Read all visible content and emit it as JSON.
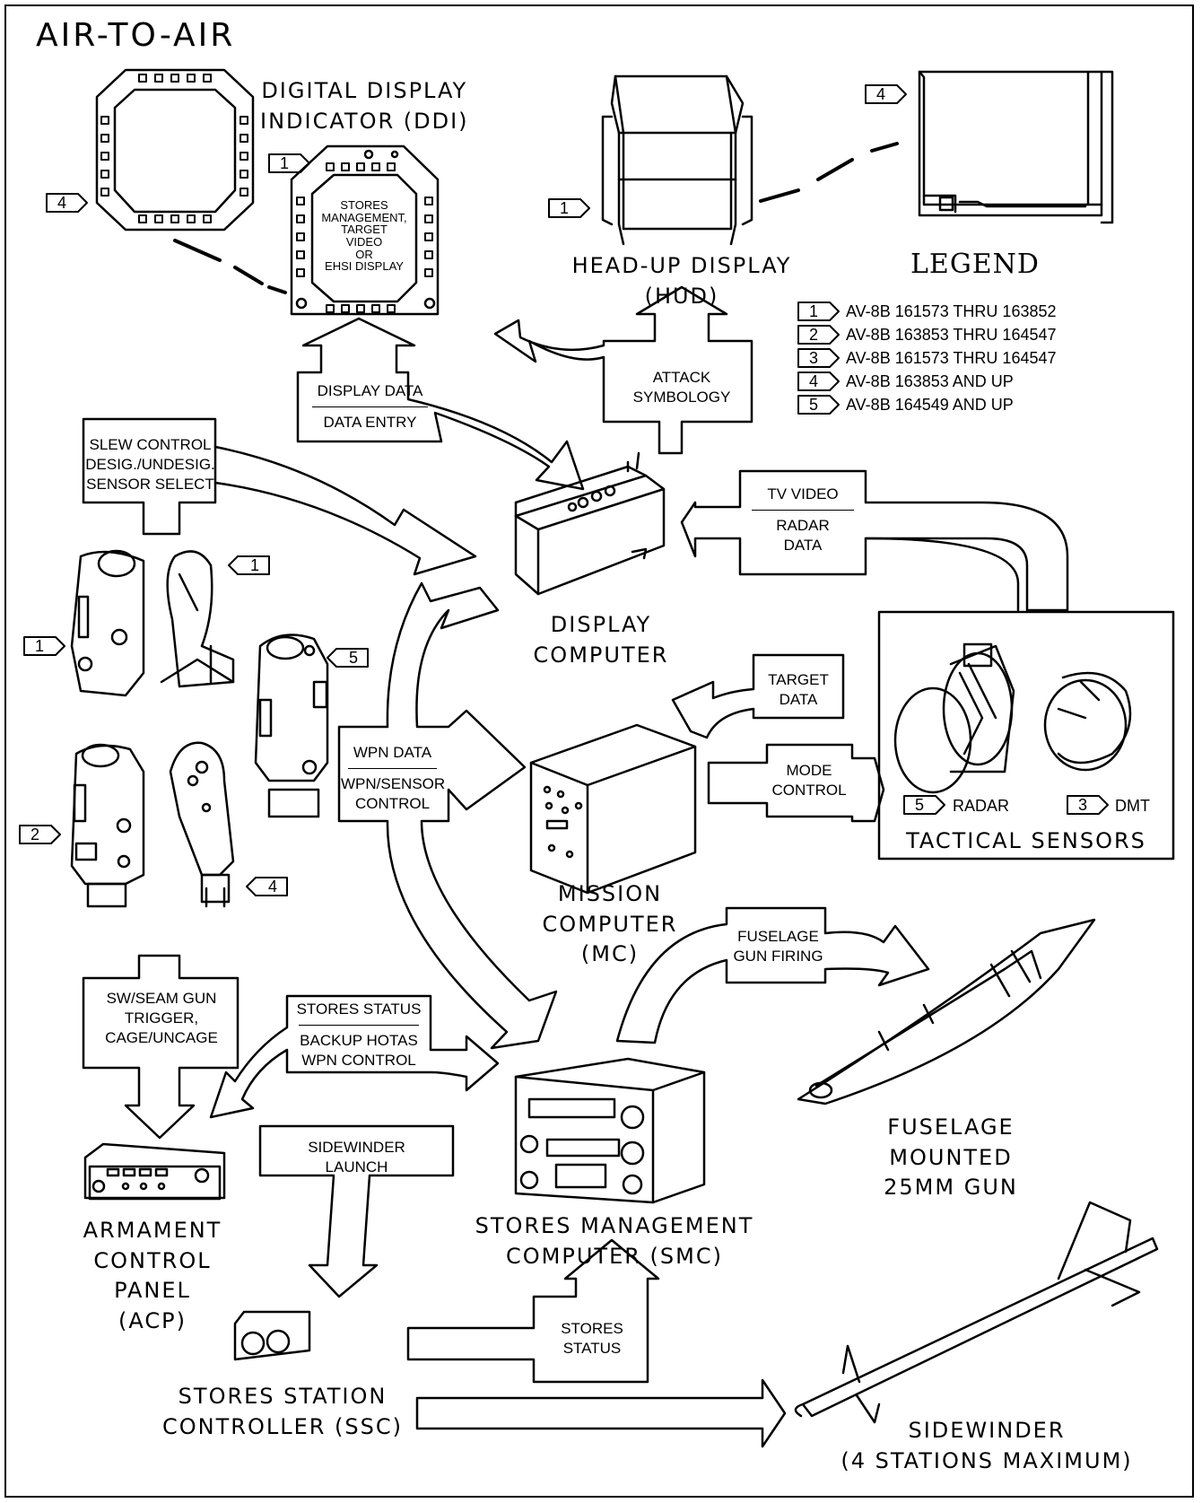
{
  "title": "AIR-TO-AIR",
  "components": {
    "ddi": [
      "DIGITAL DISPLAY",
      "INDICATOR (DDI)"
    ],
    "ddi_screen": [
      "STORES",
      "MANAGEMENT,",
      "TARGET",
      "VIDEO",
      "OR",
      "EHSI DISPLAY"
    ],
    "hud": [
      "HEAD-UP DISPLAY",
      "(HUD)"
    ],
    "display_computer": [
      "DISPLAY",
      "COMPUTER"
    ],
    "mission_computer": [
      "MISSION",
      "COMPUTER",
      "(MC)"
    ],
    "tactical_sensors": "TACTICAL SENSORS",
    "radar": "RADAR",
    "dmt": "DMT",
    "smc": [
      "STORES MANAGEMENT",
      "COMPUTER (SMC)"
    ],
    "acp": [
      "ARMAMENT",
      "CONTROL",
      "PANEL",
      "(ACP)"
    ],
    "ssc": [
      "STORES STATION",
      "CONTROLLER (SSC)"
    ],
    "gun": [
      "FUSELAGE",
      "MOUNTED",
      "25MM GUN"
    ],
    "sidewinder": [
      "SIDEWINDER",
      "(4 STATIONS MAXIMUM)"
    ]
  },
  "flows": {
    "display_data": "DISPLAY DATA",
    "data_entry": "DATA ENTRY",
    "attack_symbology": [
      "ATTACK",
      "SYMBOLOGY"
    ],
    "slew": [
      "SLEW CONTROL",
      "DESIG./UNDESIG.",
      "SENSOR SELECT"
    ],
    "tv_video": "TV VIDEO",
    "radar_data": [
      "RADAR",
      "DATA"
    ],
    "target_data": [
      "TARGET",
      "DATA"
    ],
    "mode_control": [
      "MODE",
      "CONTROL"
    ],
    "wpn_data": "WPN DATA",
    "wpn_sensor": [
      "WPN/SENSOR",
      "CONTROL"
    ],
    "fuselage_gun_firing": [
      "FUSELAGE",
      "GUN FIRING"
    ],
    "sw_seam": [
      "SW/SEAM GUN",
      "TRIGGER,",
      "CAGE/UNCAGE"
    ],
    "stores_status_top": "STORES STATUS",
    "backup_hotas": [
      "BACKUP HOTAS",
      "WPN CONTROL"
    ],
    "sidewinder_launch": [
      "SIDEWINDER",
      "LAUNCH"
    ],
    "stores_status": [
      "STORES",
      "STATUS"
    ]
  },
  "legend": {
    "title": "LEGEND",
    "items": [
      {
        "n": "1",
        "text": "AV-8B 161573 THRU 163852"
      },
      {
        "n": "2",
        "text": "AV-8B 163853 THRU 164547"
      },
      {
        "n": "3",
        "text": "AV-8B 161573 THRU 164547"
      },
      {
        "n": "4",
        "text": "AV-8B 163853 AND UP"
      },
      {
        "n": "5",
        "text": "AV-8B 164549 AND UP"
      }
    ]
  },
  "tags": [
    "4",
    "1",
    "1",
    "4",
    "1",
    "1",
    "5",
    "2",
    "4",
    "5",
    "3"
  ]
}
